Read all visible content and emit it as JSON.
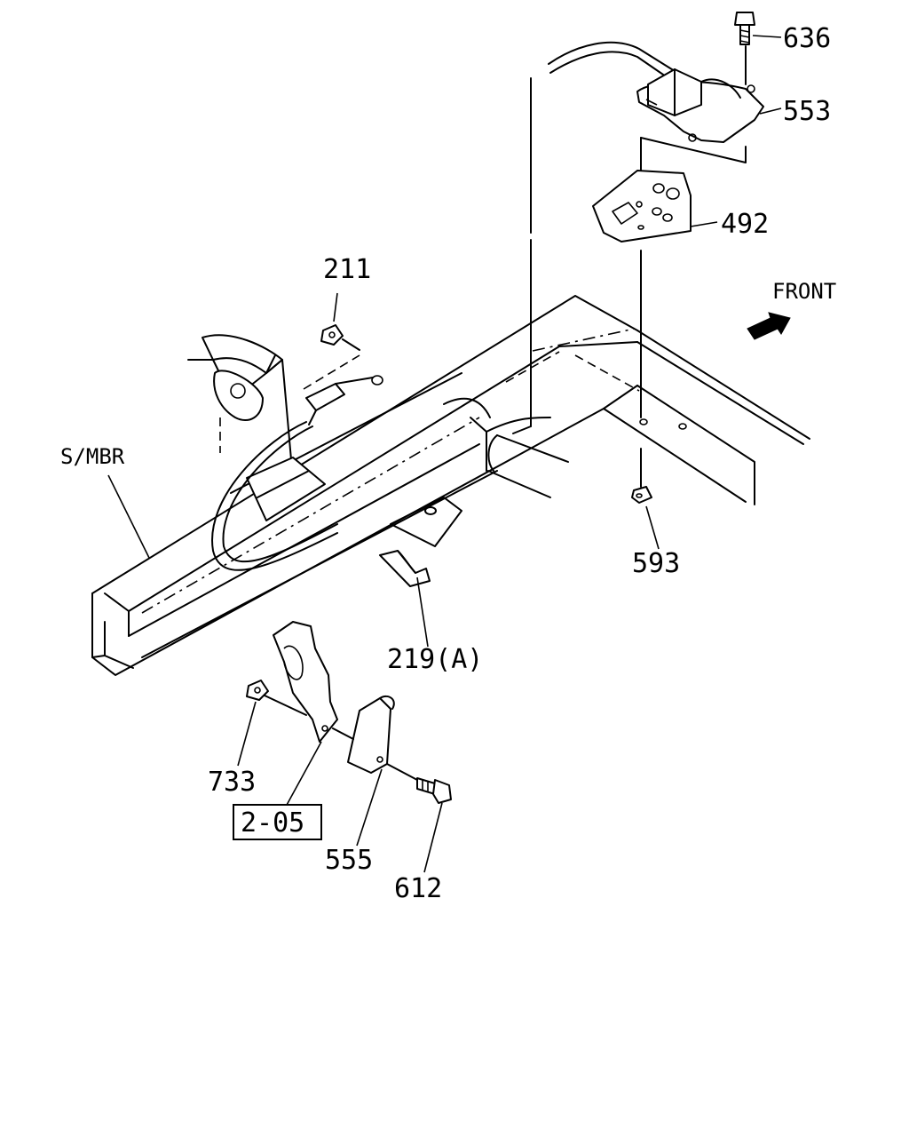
{
  "labels": {
    "p636": "636",
    "p553": "553",
    "p492": "492",
    "p211": "211",
    "front": "FRONT",
    "smbr": "S/MBR",
    "p593": "593",
    "p219": "219(A)",
    "p733": "733",
    "ref": "2-05",
    "p555": "555",
    "p612": "612"
  },
  "colors": {
    "ink": "#000000",
    "paper": "#ffffff"
  },
  "icons": {
    "front": "arrow-icon"
  }
}
